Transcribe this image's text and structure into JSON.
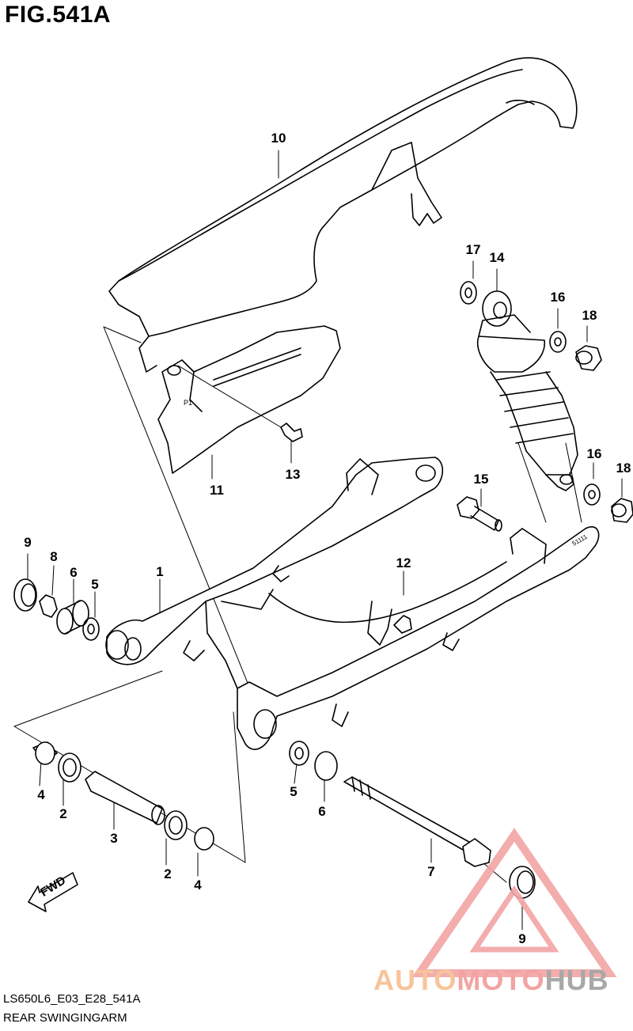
{
  "figure": {
    "title": "FIG.541A",
    "code": "LS650L6_E03_E28_541A",
    "caption": "REAR SWINGINGARM",
    "fwd_label": "FWD"
  },
  "callouts": [
    {
      "id": "c10",
      "text": "10"
    },
    {
      "id": "c17",
      "text": "17"
    },
    {
      "id": "c14",
      "text": "14"
    },
    {
      "id": "c16a",
      "text": "16"
    },
    {
      "id": "c18a",
      "text": "18"
    },
    {
      "id": "c11",
      "text": "11"
    },
    {
      "id": "c13",
      "text": "13"
    },
    {
      "id": "c16b",
      "text": "16"
    },
    {
      "id": "c18b",
      "text": "18"
    },
    {
      "id": "c15",
      "text": "15"
    },
    {
      "id": "c9a",
      "text": "9"
    },
    {
      "id": "c8",
      "text": "8"
    },
    {
      "id": "c6a",
      "text": "6"
    },
    {
      "id": "c5a",
      "text": "5"
    },
    {
      "id": "c1",
      "text": "1"
    },
    {
      "id": "c12",
      "text": "12"
    },
    {
      "id": "c4a",
      "text": "4"
    },
    {
      "id": "c2a",
      "text": "2"
    },
    {
      "id": "c3",
      "text": "3"
    },
    {
      "id": "c2b",
      "text": "2"
    },
    {
      "id": "c4b",
      "text": "4"
    },
    {
      "id": "c5b",
      "text": "5"
    },
    {
      "id": "c6b",
      "text": "6"
    },
    {
      "id": "c7",
      "text": "7"
    },
    {
      "id": "c9b",
      "text": "9"
    }
  ],
  "watermark": {
    "part1": "AUTO",
    "part2": "MOTO",
    "part3": "HUB",
    "colors": {
      "orange": "#f7c49a",
      "red": "#f3a3a3",
      "gray": "#a8a8a8"
    }
  }
}
